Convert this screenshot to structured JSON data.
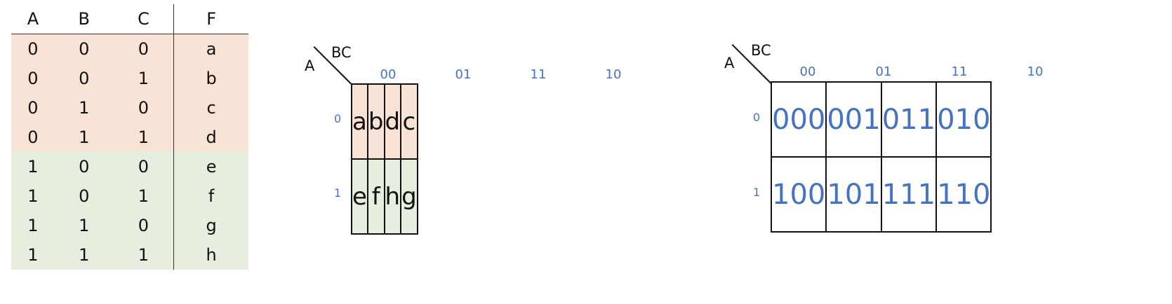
{
  "truth_table": {
    "headers": [
      "A",
      "B",
      "C",
      "F"
    ],
    "rows": [
      [
        "0",
        "0",
        "0",
        "a"
      ],
      [
        "0",
        "0",
        "1",
        "b"
      ],
      [
        "0",
        "1",
        "0",
        "c"
      ],
      [
        "0",
        "1",
        "1",
        "d"
      ],
      [
        "1",
        "0",
        "0",
        "e"
      ],
      [
        "1",
        "0",
        "1",
        "f"
      ],
      [
        "1",
        "1",
        "0",
        "g"
      ],
      [
        "1",
        "1",
        "1",
        "h"
      ]
    ]
  },
  "kmap_values": {
    "row_var": "A",
    "col_var": "BC",
    "col_headers": [
      "00",
      "01",
      "11",
      "10"
    ],
    "row_headers": [
      "0",
      "1"
    ],
    "cells": [
      [
        "a",
        "b",
        "d",
        "c"
      ],
      [
        "e",
        "f",
        "h",
        "g"
      ]
    ]
  },
  "kmap_indices": {
    "row_var": "A",
    "col_var": "BC",
    "col_headers": [
      "00",
      "01",
      "11",
      "10"
    ],
    "row_headers": [
      "0",
      "1"
    ],
    "cells": [
      [
        "000",
        "001",
        "011",
        "010"
      ],
      [
        "100",
        "101",
        "111",
        "110"
      ]
    ]
  },
  "colors": {
    "group_0_fill": "#f9e3d7",
    "group_1_fill": "#e6efdf",
    "header_blue": "#4472c4"
  }
}
